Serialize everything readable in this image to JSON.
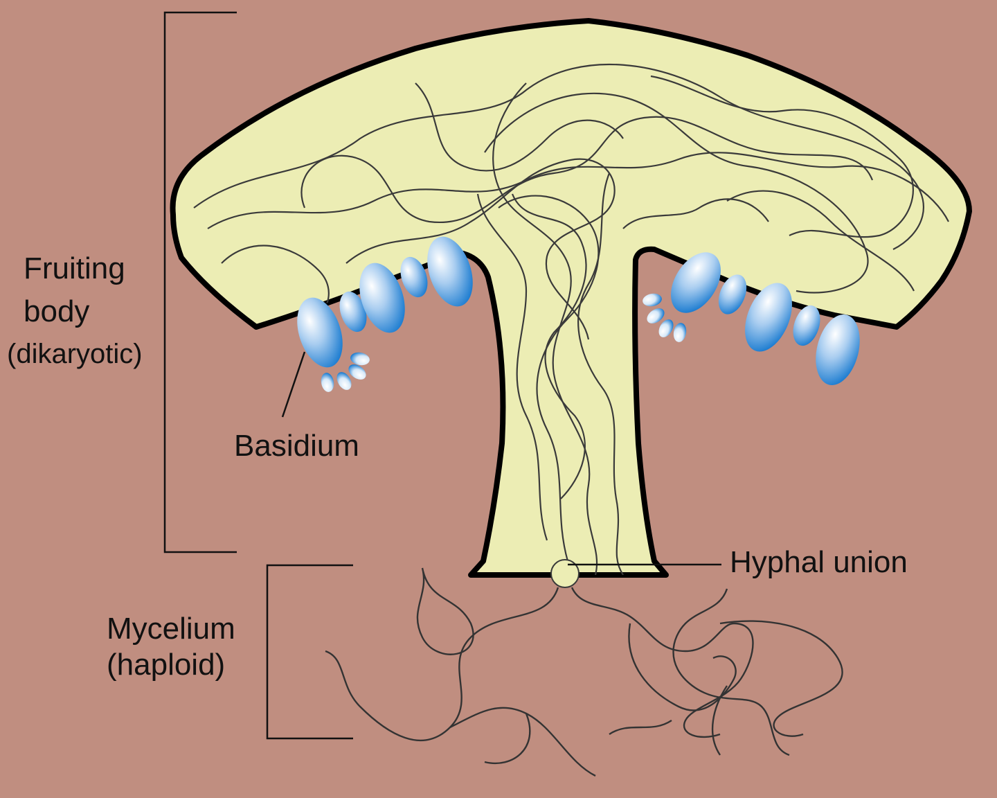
{
  "colors": {
    "background": "#c08e80",
    "mushroom_fill": "#ecedb4",
    "outline": "#000000",
    "hyphae": "#3a3a3a",
    "basidium_light": "#ffffff",
    "basidium_dark": "#1c7cd0"
  },
  "labels": {
    "fruiting_line1": "Fruiting",
    "fruiting_line2": "body",
    "fruiting_line3": "(dikaryotic)",
    "basidium": "Basidium",
    "hyphal_union": "Hyphal union",
    "mycelium_line1": "Mycelium",
    "mycelium_line2": "(haploid)"
  }
}
